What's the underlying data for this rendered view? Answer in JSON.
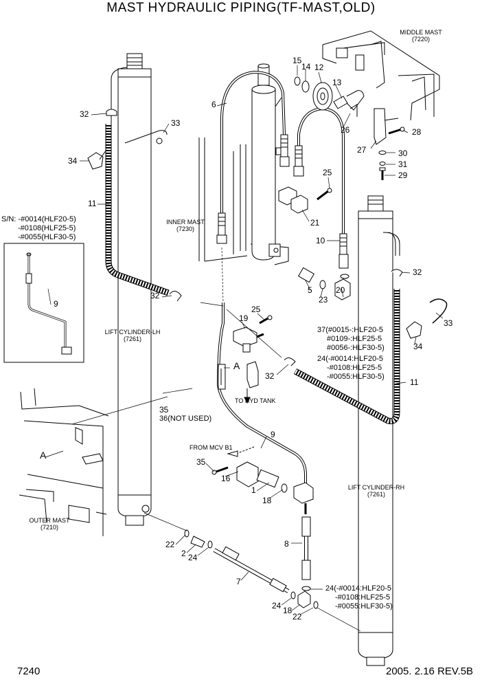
{
  "title": "MAST HYDRAULIC PIPING(TF-MAST,OLD)",
  "page_number": "7240",
  "revision": "2005. 2.16  REV.5B",
  "assemblies": {
    "middle_mast": {
      "name": "MIDDLE MAST",
      "code": "(7220)"
    },
    "inner_mast": {
      "name": "INNER MAST",
      "code": "(7230)"
    },
    "outer_mast": {
      "name": "OUTER MAST",
      "code": "(7210)"
    },
    "lift_lh": {
      "name": "LIFT CYLINDER-LH",
      "code": "(7261)"
    },
    "lift_rh": {
      "name": "LIFT CYLINDER-RH",
      "code": "(7261)"
    }
  },
  "notes": {
    "sn_line1": "S/N: -#0014(HLF20-5)",
    "sn_line2": "-#0108(HLF25-5)",
    "sn_line3": "-#0055(HLF30-5)",
    "to_hyd_tank": "TO HYD TANK",
    "from_mcv": "FROM MCV B1",
    "not_used": "36(NOT USED)",
    "ref_37_1": "37(#0015-:HLF20-5",
    "ref_37_2": "#0109-:HLF25-5",
    "ref_37_3": "#0056-:HLF30-5)",
    "ref_24a_1": "24(-#0014:HLF20-5",
    "ref_24a_2": "-#0108:HLF25-5",
    "ref_24a_3": "-#0055:HLF30-5)",
    "ref_24b_1": "24(-#0014:HLF20-5",
    "ref_24b_2": "-#0108:HLF25-5",
    "ref_24b_3": "-#0055:HLF30-5)",
    "detail_a1": "A",
    "detail_a2": "A"
  },
  "callouts": {
    "c1": "1",
    "c2": "2",
    "c5": "5",
    "c6": "6",
    "c7": "7",
    "c8": "8",
    "c9a": "9",
    "c9b": "9",
    "c10": "10",
    "c11a": "11",
    "c11b": "11",
    "c12": "12",
    "c13": "13",
    "c14": "14",
    "c15": "15",
    "c16": "16",
    "c18a": "18",
    "c18b": "18",
    "c19": "19",
    "c20": "20",
    "c21": "21",
    "c22a": "22",
    "c22b": "22",
    "c23": "23",
    "c24a": "24",
    "c24b": "24",
    "c25a": "25",
    "c25b": "25",
    "c26": "26",
    "c27": "27",
    "c28": "28",
    "c29": "29",
    "c30": "30",
    "c31": "31",
    "c32a": "32",
    "c32b": "32",
    "c32c": "32",
    "c32d": "32",
    "c33a": "33",
    "c33b": "33",
    "c34a": "34",
    "c34b": "34",
    "c35a": "35",
    "c35b": "35"
  }
}
